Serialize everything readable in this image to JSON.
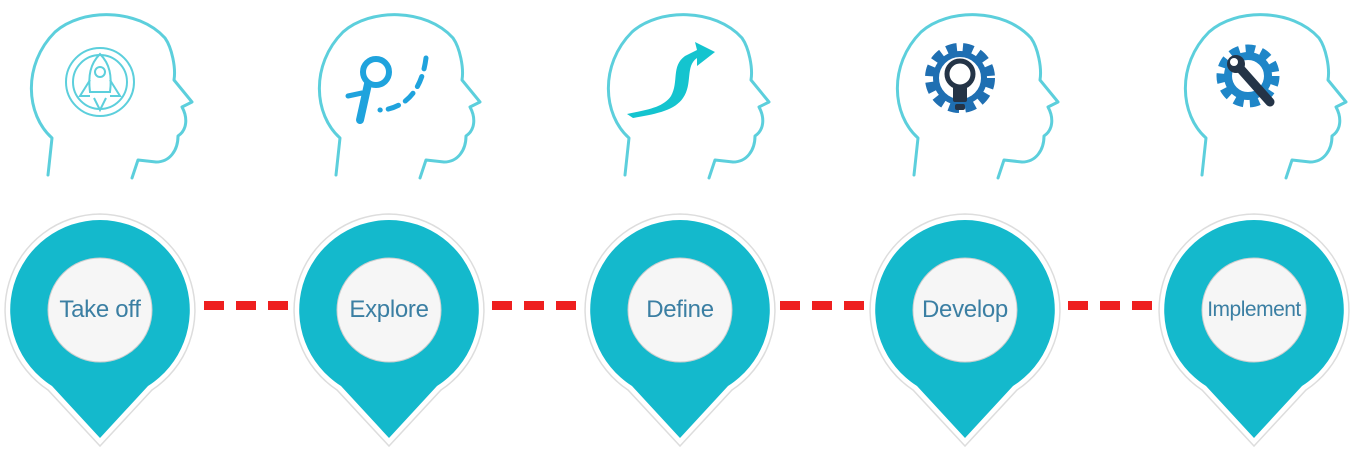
{
  "colors": {
    "head_outline": "#5ccfdc",
    "pin_fill": "#14b9cc",
    "pin_inner": "#eeeeee",
    "label_text": "#3b7fa3",
    "connector": "#ee1f1f",
    "icon_dark": "#1f6fb2",
    "icon_navy": "#243447"
  },
  "steps": [
    {
      "label": "Take off",
      "icon": "rocket-icon"
    },
    {
      "label": "Explore",
      "icon": "magnifier-icon"
    },
    {
      "label": "Define",
      "icon": "rising-arrow-icon"
    },
    {
      "label": "Develop",
      "icon": "lightbulb-gear-icon"
    },
    {
      "label": "Implement",
      "icon": "gear-wrench-icon"
    }
  ]
}
